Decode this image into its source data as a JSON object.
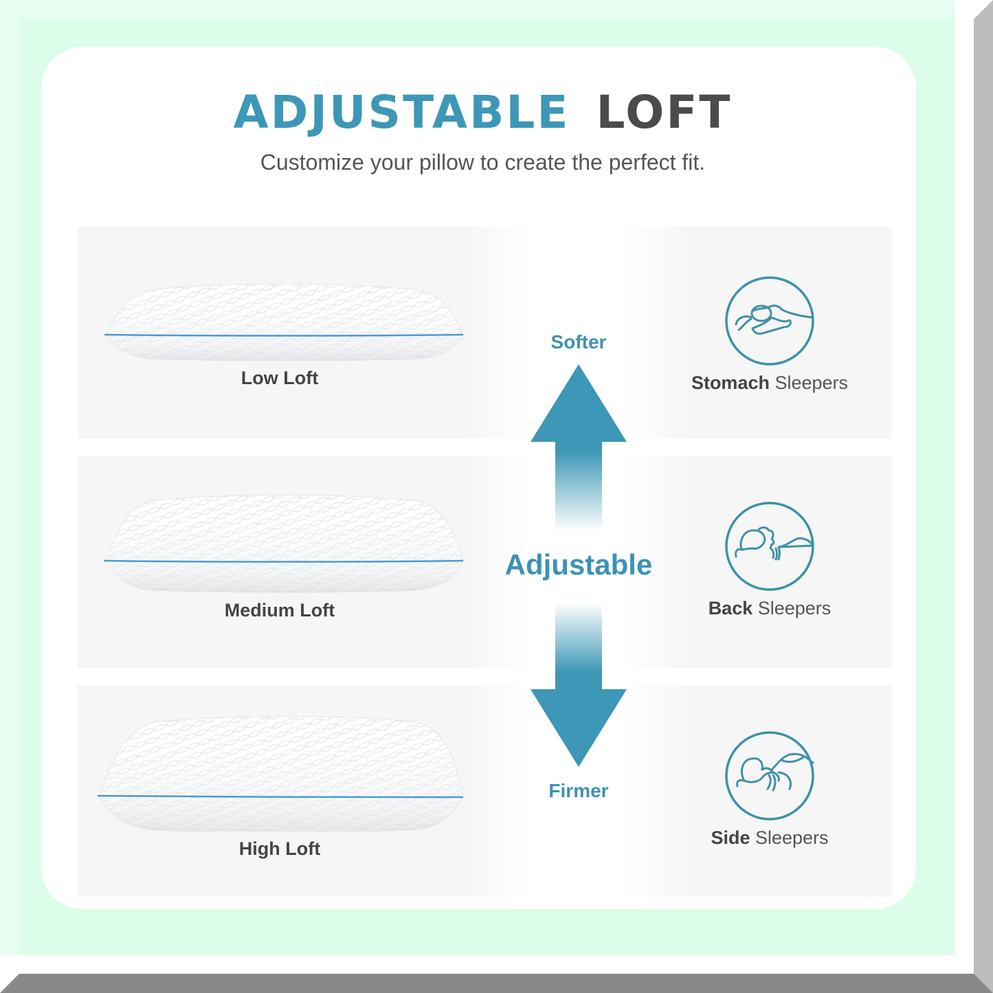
{
  "header": {
    "title_part1": "ADJUSTABLE",
    "title_part2": "LOFT",
    "subtitle": "Customize your pillow to create the perfect fit."
  },
  "colors": {
    "accent": "#3d97b6",
    "dark_text": "#4b4b4b",
    "panel_bg": "#f6f6f6",
    "mint_frame": "#dcfde9",
    "piping": "#4a9bd0"
  },
  "scale": {
    "top_label": "Softer",
    "middle_label": "Adjustable",
    "bottom_label": "Firmer",
    "up_icon": "arrow-up-icon",
    "down_icon": "arrow-down-icon"
  },
  "rows": [
    {
      "pillow_label": "Low Loft",
      "sleeper_bold": "Stomach",
      "sleeper_rest": " Sleepers",
      "icon": "stomach-sleeper-icon"
    },
    {
      "pillow_label": "Medium Loft",
      "sleeper_bold": "Back",
      "sleeper_rest": " Sleepers",
      "icon": "back-sleeper-icon"
    },
    {
      "pillow_label": "High Loft",
      "sleeper_bold": "Side",
      "sleeper_rest": " Sleepers",
      "icon": "side-sleeper-icon"
    }
  ]
}
